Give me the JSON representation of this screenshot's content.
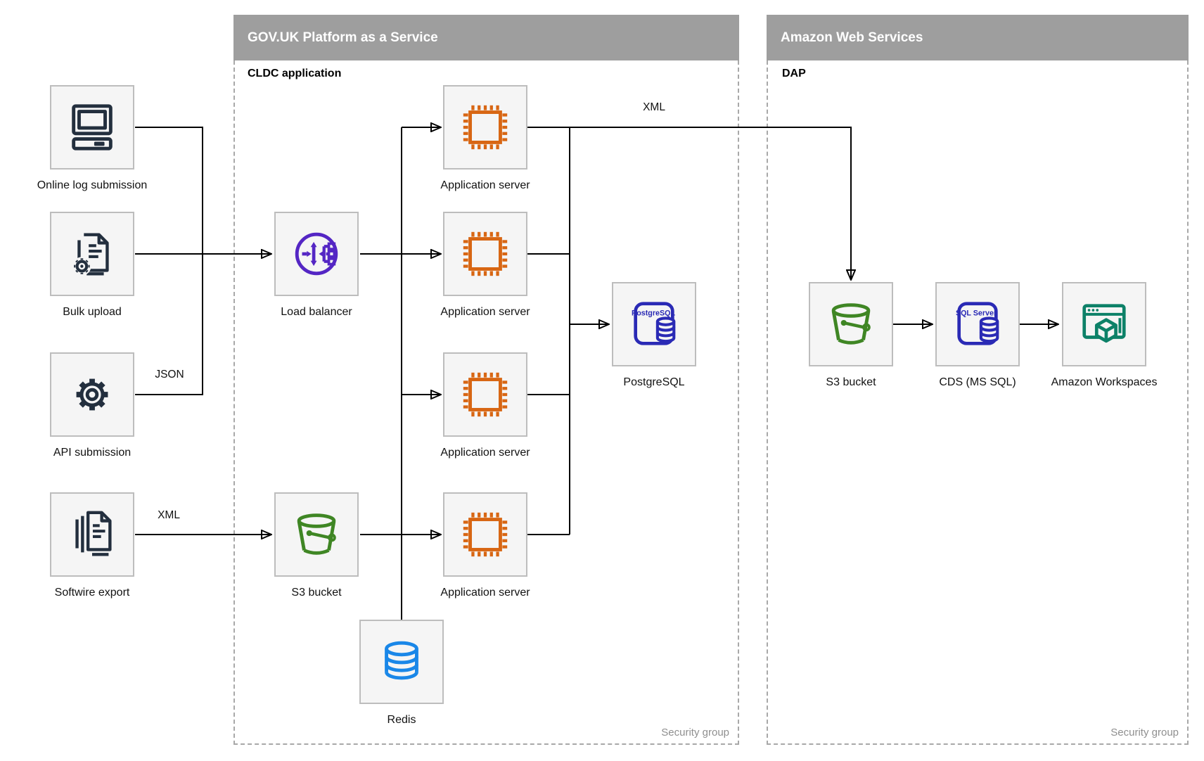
{
  "regions": {
    "paas": {
      "title": "GOV.UK Platform as a Service",
      "sublabel": "CLDC application",
      "footer": "Security group"
    },
    "aws": {
      "title": "Amazon Web Services",
      "sublabel": "DAP",
      "footer": "Security group"
    }
  },
  "nodes": {
    "online_log": {
      "label": "Online log submission",
      "icon": "desktop-computer-icon"
    },
    "bulk_upload": {
      "label": "Bulk upload",
      "icon": "document-gear-icon"
    },
    "api_submission": {
      "label": "API submission",
      "icon": "gear-icon"
    },
    "softwire_export": {
      "label": "Softwire export",
      "icon": "document-stack-icon"
    },
    "load_balancer": {
      "label": "Load balancer",
      "icon": "load-balancer-icon"
    },
    "app_server_1": {
      "label": "Application server",
      "icon": "cpu-chip-icon"
    },
    "app_server_2": {
      "label": "Application server",
      "icon": "cpu-chip-icon"
    },
    "app_server_3": {
      "label": "Application server",
      "icon": "cpu-chip-icon"
    },
    "app_server_4": {
      "label": "Application server",
      "icon": "cpu-chip-icon"
    },
    "paas_s3_bucket": {
      "label": "S3 bucket",
      "icon": "s3-bucket-icon"
    },
    "redis": {
      "label": "Redis",
      "icon": "database-cylinder-icon"
    },
    "postgresql": {
      "label": "PostgreSQL",
      "icon": "postgresql-database-icon",
      "icon_text": "PostgreSQL"
    },
    "aws_s3_bucket": {
      "label": "S3 bucket",
      "icon": "s3-bucket-icon"
    },
    "cds": {
      "label": "CDS (MS SQL)",
      "icon": "sql-server-database-icon",
      "icon_text": "SQL Server"
    },
    "workspaces": {
      "label": "Amazon Workspaces",
      "icon": "amazon-workspaces-icon"
    }
  },
  "edge_labels": {
    "json": "JSON",
    "xml_softwire": "XML",
    "xml_app_to_aws": "XML"
  },
  "colors": {
    "titlebar_gray": "#9e9e9e",
    "node_fill": "#f5f5f5",
    "node_border": "#bdbdbd",
    "dashed_border": "#a8a8a8",
    "navy": "#232f3e",
    "orange": "#d86613",
    "purple": "#5426c4",
    "green": "#3f8624",
    "indigo_blue": "#2a2ab5",
    "azure": "#1a87e8",
    "teal": "#0d8168",
    "footer_gray": "#8f8f8f",
    "connector_black": "#000000"
  }
}
